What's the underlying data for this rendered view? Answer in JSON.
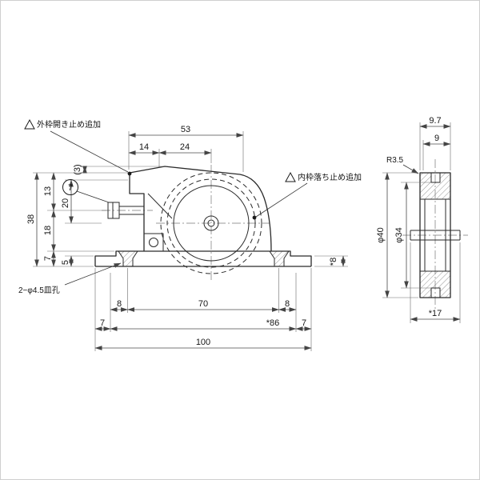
{
  "drawing": {
    "front": {
      "note_outer": "外枠開き止め追加",
      "note_inner": "内枠落ち止め追加",
      "note_holes": "2−φ4.5皿孔",
      "balloon": "7",
      "dim_53": "53",
      "dim_14": "14",
      "dim_24": "24",
      "dim_3": "(3)",
      "dim_13": "13",
      "dim_38": "38",
      "dim_18": "18",
      "dim_20": "20",
      "dim_7_left": "7",
      "dim_5": "5",
      "dim_8_left": "8",
      "dim_70": "70",
      "dim_8_right": "8",
      "dim_7_bl": "7",
      "dim_86": "*86",
      "dim_7_br": "7",
      "dim_100": "100",
      "dim_8_plate": "*8"
    },
    "side": {
      "dim_97": "9.7",
      "dim_9": "9",
      "dim_r35": "R3.5",
      "dim_d40": "φ40",
      "dim_d34": "φ34",
      "dim_17": "*17"
    }
  }
}
